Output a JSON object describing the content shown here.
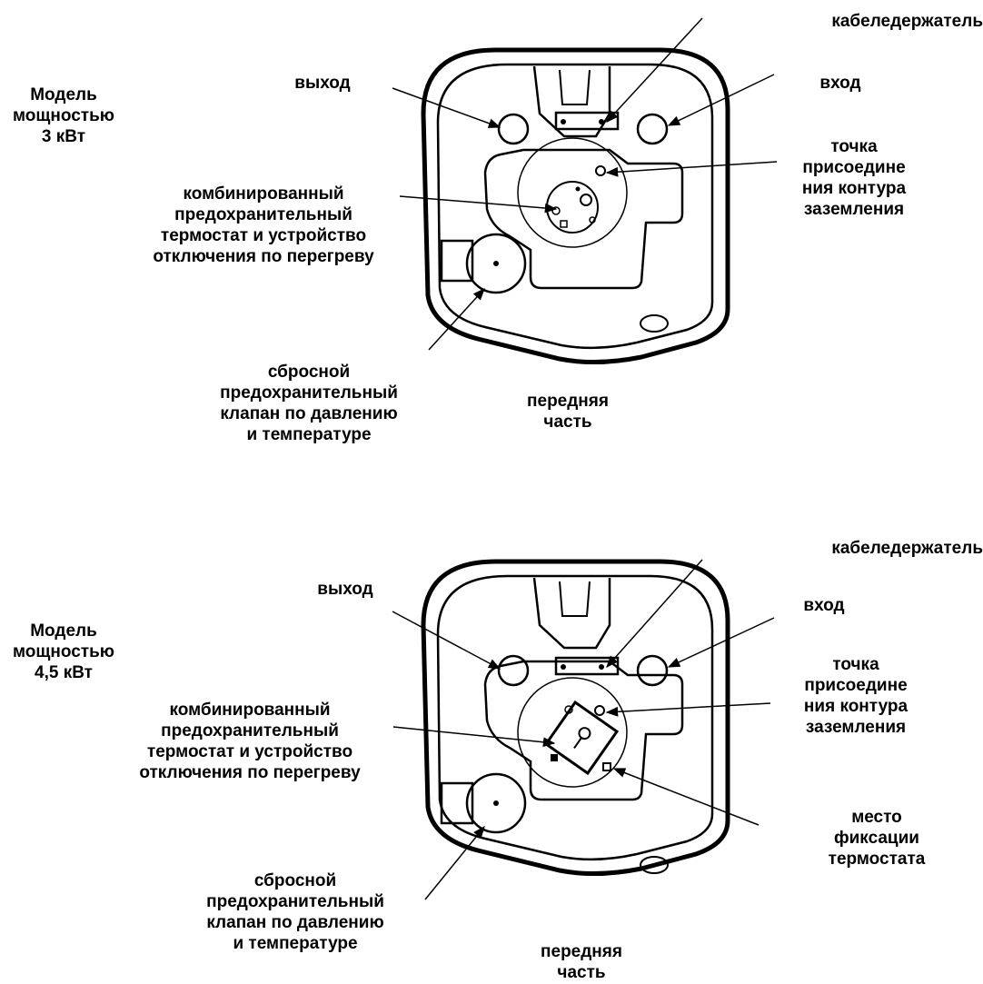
{
  "panels": [
    {
      "model": "Модель\nмощностью\n3 кВт",
      "labels": {
        "cable_holder": "кабеледержатель",
        "outlet": "выход",
        "inlet": "вход",
        "ground_point": "точка\nприсоедине\nния контура\nзаземления",
        "thermostat": "комбинированный\nпредохранительный\nтермостат и устройство\nотключения по перегреву",
        "relief_valve": "сбросной\nпредохранительный\nклапан по давлению\nи температуре",
        "front": "передняя\nчасть"
      }
    },
    {
      "model": "Модель\nмощностью\n4,5 кВт",
      "labels": {
        "cable_holder": "кабеледержатель",
        "outlet": "выход",
        "inlet": "вход",
        "ground_point": "точка\nприсоедине\nния контура\nзаземления",
        "thermostat": "комбинированный\nпредохранительный\nтермостат и устройство\nотключения по перегреву",
        "thermostat_mount": "место\nфиксации\nтермостата",
        "relief_valve": "сбросной\nпредохранительный\nклапан по давлению\nи температуре",
        "front": "передняя\nчасть"
      }
    }
  ]
}
